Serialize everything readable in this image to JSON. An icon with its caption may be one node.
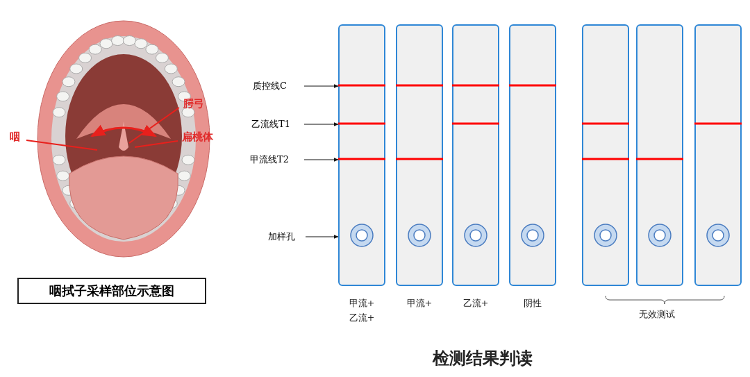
{
  "diagram": {
    "caption": "检测结果判读",
    "nodes": [
      {
        "text": [],
        "shape": "picture"
      },
      {
        "text": [
          "咽"
        ]
      },
      {
        "text": [
          "腭弓"
        ],
        "in": 0
      },
      {
        "text": [
          "扁桃体"
        ],
        "in": 0
      },
      {
        "text": [
          "咽拭子采样部位示意图"
        ]
      },
      {
        "text": [
          "质控线C"
        ]
      },
      {
        "text": [
          "乙流线T1"
        ]
      },
      {
        "text": [
          "甲流线T2"
        ]
      },
      {
        "text": [
          "加样孔"
        ]
      },
      {
        "text": [],
        "shape": "box",
        "beside": [
          "甲流+ 乙流+"
        ]
      },
      {
        "text": [],
        "shape": "box",
        "beside": [
          "甲流+"
        ]
      },
      {
        "text": [],
        "shape": "box",
        "beside": [
          "乙流+"
        ]
      },
      {
        "text": [],
        "shape": "box",
        "beside": [
          "阴性"
        ]
      },
      {
        "text": [],
        "shape": "box"
      },
      {
        "text": [],
        "shape": "box"
      },
      {
        "text": [],
        "shape": "box"
      }
    ],
    "edges": [
      {
        "from": 1,
        "to": 0,
        "arrow": "none",
        "color": "#e8201c"
      },
      {
        "from": 2,
        "to": 0,
        "arrow": "none",
        "color": "#e8201c"
      },
      {
        "from": 3,
        "to": 0,
        "arrow": "none",
        "color": "#e8201c"
      },
      {
        "from": 5,
        "to": 9,
        "arrow": "to"
      },
      {
        "from": 6,
        "to": 9,
        "arrow": "to"
      },
      {
        "from": 7,
        "to": 9,
        "arrow": "to"
      },
      {
        "from": 8,
        "to": 9,
        "arrow": "to"
      }
    ],
    "labels": [
      "无效测试"
    ]
  }
}
